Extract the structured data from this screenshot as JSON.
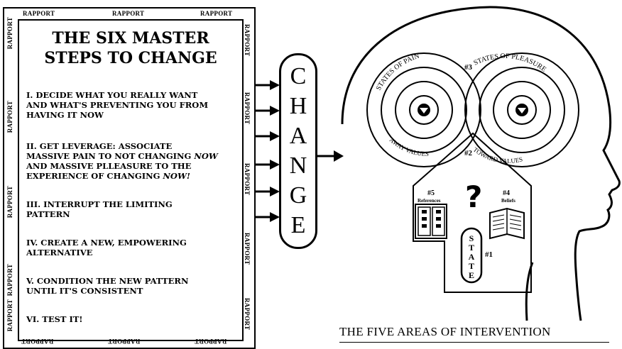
{
  "rapport": "RAPPORT",
  "panel": {
    "title_line1": "THE SIX MASTER",
    "title_line2": "STEPS TO CHANGE",
    "steps": [
      {
        "l1": "I.  DECIDE WHAT YOU REALLY WANT",
        "l2": "AND WHAT'S PREVENTING YOU FROM",
        "l3": "HAVING IT NOW"
      },
      {
        "l1": "II. GET LEVERAGE:  ASSOCIATE",
        "l2a": "MASSIVE PAIN TO NOT CHANGING ",
        "l2b": "NOW",
        "l3": "AND MASSIVE PLLEASURE TO THE",
        "l4a": "EXPERIENCE OF CHANGING ",
        "l4b": "NOW!"
      },
      {
        "l1": "III.  INTERRUPT THE LIMITING",
        "l2": "PATTERN"
      },
      {
        "l1": "IV. CREATE A NEW, EMPOWERING",
        "l2": "ALTERNATIVE"
      },
      {
        "l1": "V.  CONDITION THE NEW PATTERN",
        "l2": "UNTIL IT'S CONSISTENT"
      },
      {
        "l1": "VI.  TEST IT!"
      }
    ]
  },
  "change_letters": [
    "C",
    "H",
    "A",
    "N",
    "G",
    "E"
  ],
  "head": {
    "states_of_pain": "STATES OF PAIN",
    "states_of_pleasure": "STATES OF PLEASURE",
    "away_values": "AWAY VALUES",
    "toward_values": "TOWARD VALUES",
    "num3": "#3",
    "num2": "#2",
    "num5": "#5",
    "num4": "#4",
    "num1": "#1",
    "references": "References",
    "beliefs": "Beliefs",
    "question": "?",
    "state_letters": [
      "S",
      "T",
      "A",
      "T",
      "E"
    ]
  },
  "caption": "THE FIVE AREAS OF INTERVENTION"
}
